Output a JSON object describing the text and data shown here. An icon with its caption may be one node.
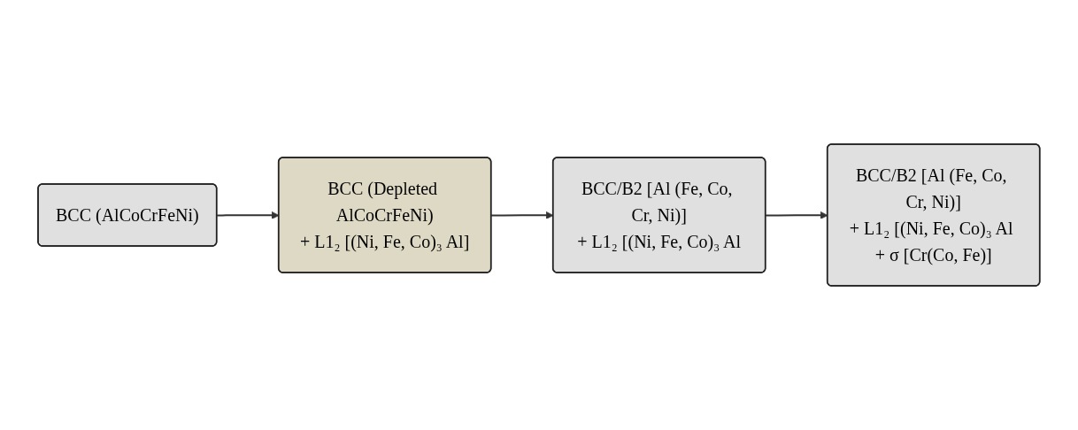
{
  "diagram": {
    "nodes": [
      {
        "text": [
          "BCC (AlCoCrFeNi)"
        ]
      },
      {
        "text": [
          "BCC (Depleted AlCoCrFeNi)",
          "+ L1₂ [(Ni, Fe, Co)₃ Al]"
        ]
      },
      {
        "text": [
          "BCC/B2 [Al (Fe, Co, Cr, Ni)]",
          "+ L1₂ [(Ni, Fe, Co)₃ Al"
        ]
      },
      {
        "text": [
          "BCC/B2 [Al (Fe, Co, Cr, Ni)]",
          "+ L1₂ [(Ni, Fe, Co)₃ Al + σ [Cr(Co, Fe)]"
        ]
      }
    ],
    "edges": [
      {
        "from": 0,
        "to": 1,
        "arrow": "to"
      },
      {
        "from": 1,
        "to": 2,
        "arrow": "to"
      },
      {
        "from": 2,
        "to": 3,
        "arrow": "to"
      }
    ]
  }
}
